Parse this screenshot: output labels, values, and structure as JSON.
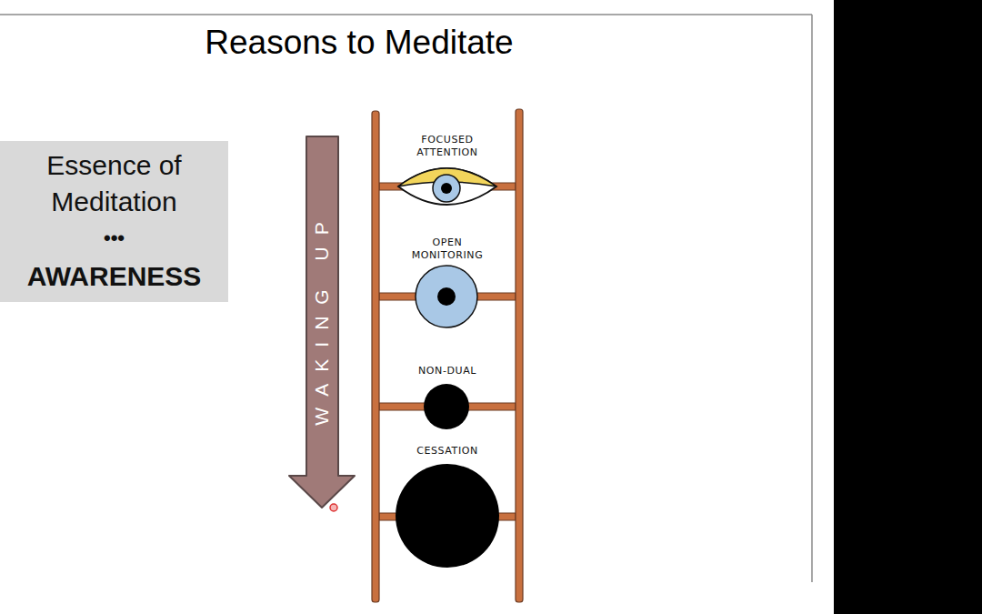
{
  "diagram": {
    "title": "Reasons to Meditate",
    "nodes": [
      {
        "text": [
          "Essence of Meditation",
          "•••",
          "AWARENESS"
        ]
      },
      {
        "text": [
          "WAKING UP"
        ]
      },
      {
        "text": [
          "FOCUSED ATTENTION"
        ]
      },
      {
        "text": [
          "OPEN MONITORING"
        ]
      },
      {
        "text": [
          "NON-DUAL"
        ]
      },
      {
        "text": [
          "CESSATION"
        ]
      }
    ]
  }
}
